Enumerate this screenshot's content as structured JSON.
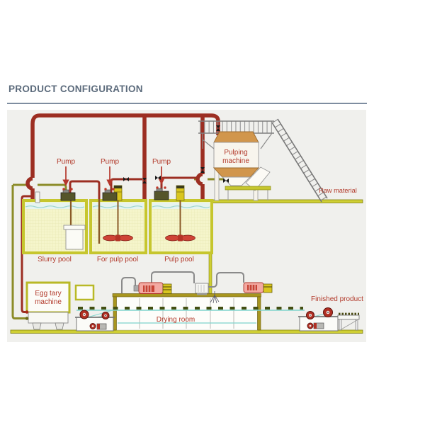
{
  "page": {
    "title": "PRODUCT CONFIGURATION"
  },
  "diagram": {
    "labels": {
      "pump": "Pump",
      "pulping": {
        "line1": "Pulping",
        "line2": "machine"
      },
      "raw_material": "Raw material",
      "pools": [
        "Slurry pool",
        "For pulp pool",
        "Pulp pool"
      ],
      "egg_tray": {
        "line1": "Egg tary",
        "line2": "machine"
      },
      "drying_room": "Drying room",
      "finished_product": "Finished product"
    },
    "colors": {
      "panel_bg": "#f0f0ed",
      "title": "#5c6b7c",
      "title_rule": "#7e8da0",
      "label_red": "#b23a2b",
      "pipe_red": "#9c2e22",
      "pipe_olive": "#8c8c28",
      "pool_border_yellow": "#c6c62e",
      "pool_fill": "#f5f5cb",
      "water_cyan": "#bfe4de",
      "tank_tan": "#d1964c",
      "motor_yellow": "#d9c51f",
      "burner_pink": "#f3a9a2",
      "conveyor_cyan": "#7fd4cc",
      "conveyor_dash_olive": "#434f12",
      "roller_red": "#b03024",
      "dryer_wall_olive": "#a8961e"
    }
  }
}
